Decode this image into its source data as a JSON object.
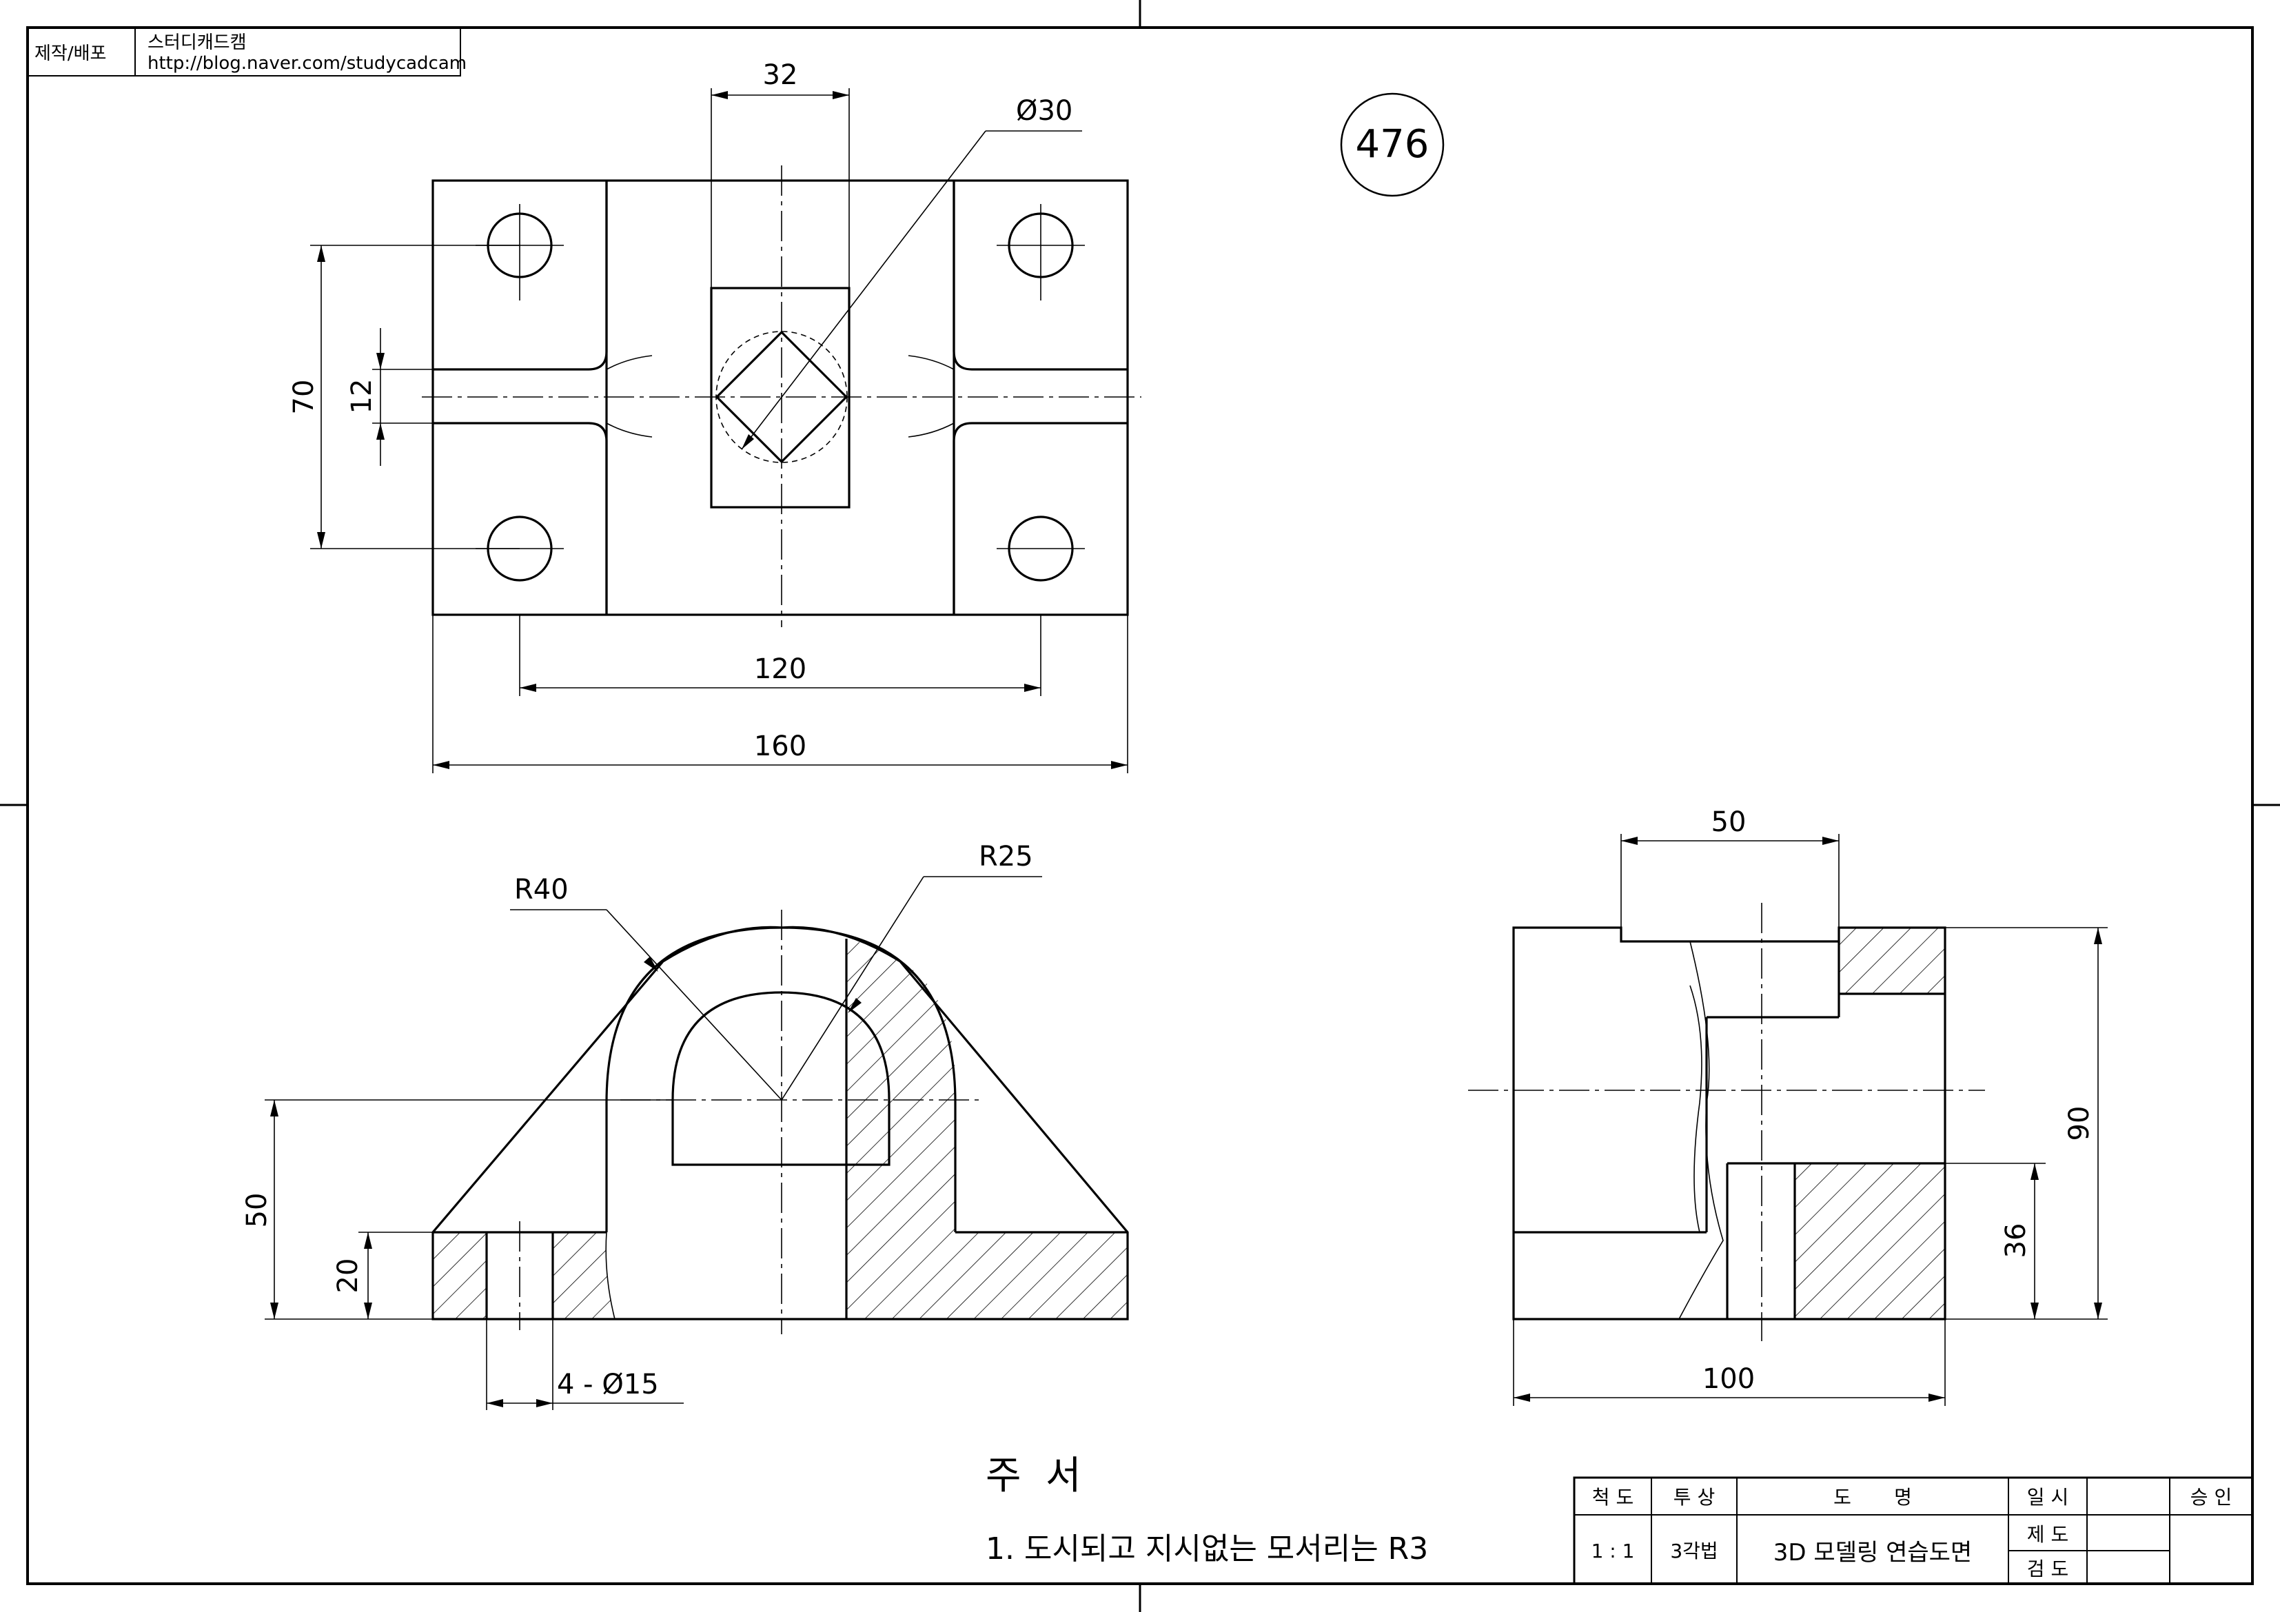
{
  "header": {
    "maker_label": "제작/배포",
    "brand": "스터디캐드캠",
    "url": "http://blog.naver.com/studycadcam"
  },
  "drawing_number": "476",
  "dimensions": {
    "top_width_32": "32",
    "top_dia_30": "Ø30",
    "top_height_70": "70",
    "top_slot_12": "12",
    "top_hole_spacing_120": "120",
    "top_length_160": "160",
    "front_r40": "R40",
    "front_r25": "R25",
    "front_height_50": "50",
    "front_height_20": "20",
    "front_holes": "4 - Ø15",
    "side_width_50": "50",
    "side_height_90": "90",
    "side_height_36": "36",
    "side_length_100": "100"
  },
  "notes": {
    "title": "주  서",
    "line1": "1. 도시되고 지시없는 모서리는 R3"
  },
  "title_block": {
    "scale_label": "척 도",
    "projection_label": "투 상",
    "name_label": "도       명",
    "date_label": "일 시",
    "approval_label": "승 인",
    "scale_value": "1 : 1",
    "projection_value": "3각법",
    "name_value": "3D 모델링 연습도면",
    "drawn_label": "제 도",
    "checked_label": "검 도"
  }
}
